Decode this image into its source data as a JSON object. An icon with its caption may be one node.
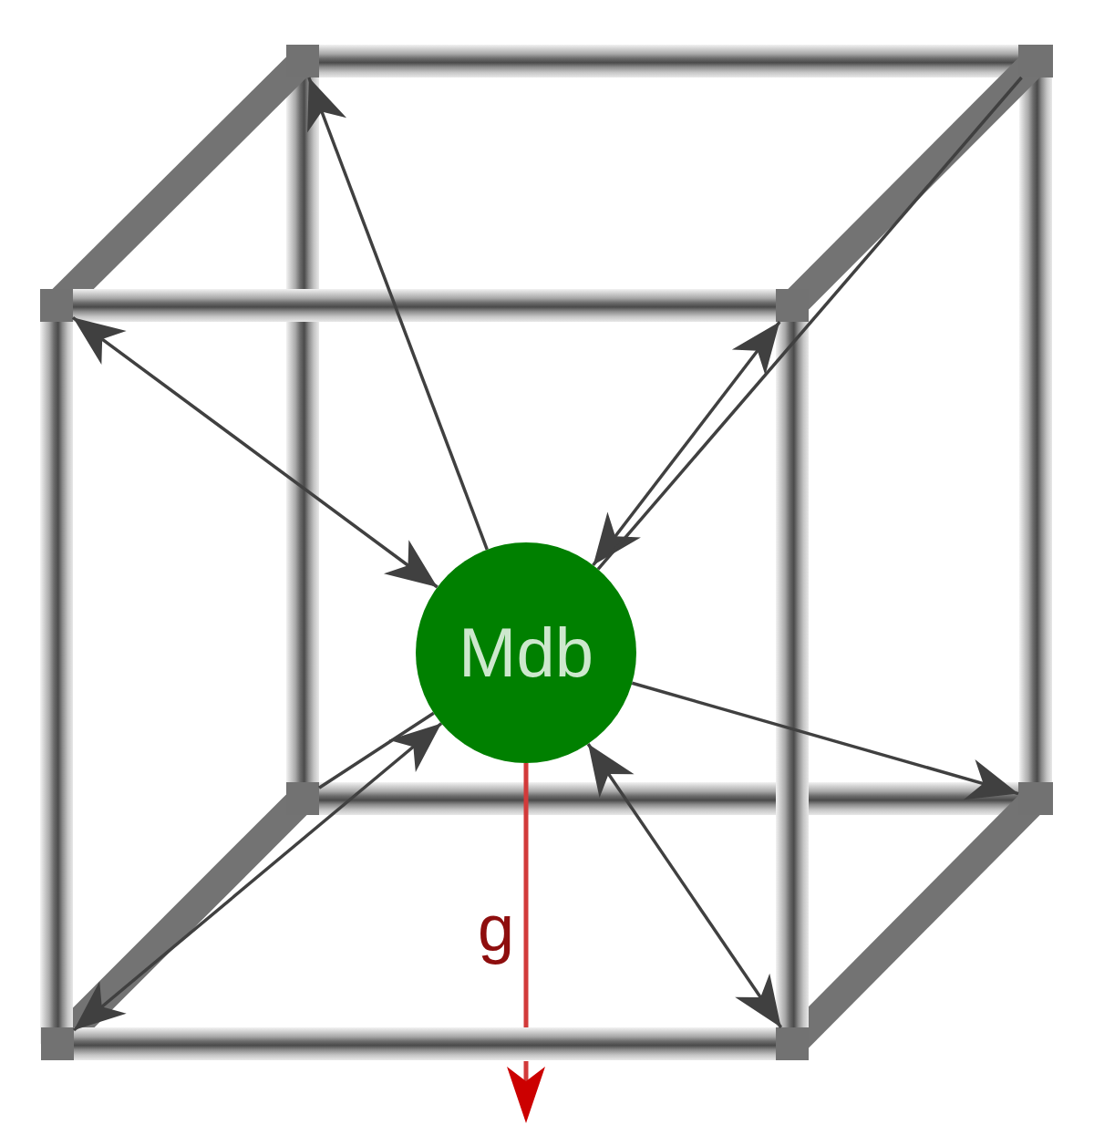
{
  "diagram": {
    "nodes": [
      {
        "text": [],
        "shape": "box"
      },
      {
        "text": [],
        "shape": "box"
      },
      {
        "text": [],
        "shape": "box"
      },
      {
        "text": [],
        "shape": "box"
      },
      {
        "text": [
          "Mdb"
        ]
      },
      {
        "text": [],
        "shape": "box"
      },
      {
        "text": [],
        "shape": "box"
      },
      {
        "text": [],
        "shape": "box"
      },
      {
        "text": [],
        "shape": "box"
      }
    ],
    "edges": [
      {
        "from": 4,
        "to": 0,
        "arrow": "to"
      },
      {
        "from": 4,
        "to": 2,
        "arrow": "both"
      },
      {
        "from": 4,
        "to": 3,
        "arrow": "both"
      },
      {
        "from": 4,
        "to": 1,
        "arrow": "none"
      },
      {
        "from": 4,
        "to": 5,
        "arrow": "none"
      },
      {
        "from": 4,
        "to": 7,
        "arrow": "both"
      },
      {
        "from": 4,
        "to": 6,
        "arrow": "to"
      },
      {
        "from": 4,
        "to": 8,
        "arrow": "both"
      }
    ],
    "labels": [
      "g"
    ]
  }
}
